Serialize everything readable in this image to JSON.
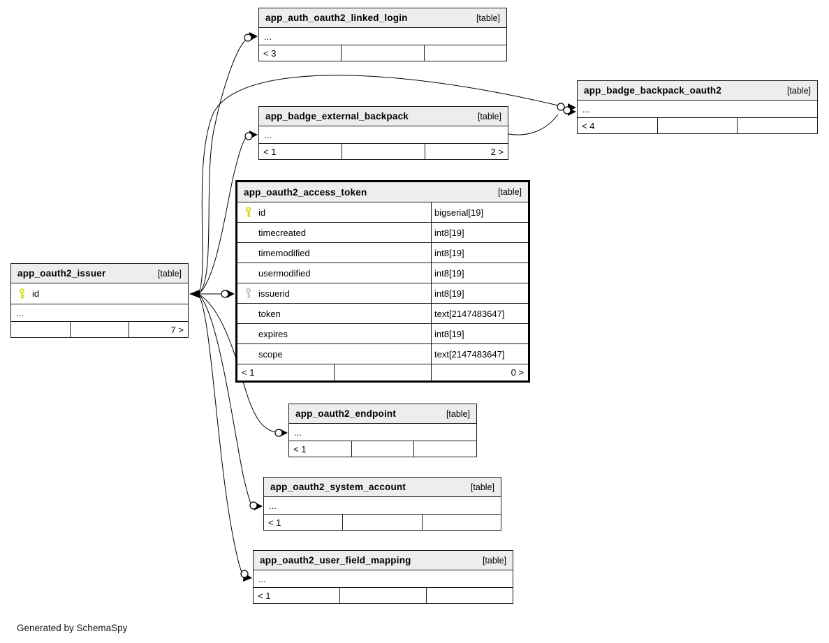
{
  "footer_note": "Generated by SchemaSpy",
  "colors": {
    "table_header_bg": "#ededed",
    "border": "#1a1a1a",
    "primary_key": "#ccd600",
    "foreign_key": "#bbbbbb",
    "background": "#ffffff",
    "line": "#000000"
  },
  "tables": {
    "auth_oauth2_linked_login": {
      "name": "app_auth_oauth2_linked_login",
      "tag": "[table]",
      "ellipsis": "...",
      "footer": [
        "< 3",
        "",
        ""
      ]
    },
    "badge_backpack_oauth2": {
      "name": "app_badge_backpack_oauth2",
      "tag": "[table]",
      "ellipsis": "...",
      "footer": [
        "< 4",
        "",
        ""
      ]
    },
    "badge_external_backpack": {
      "name": "app_badge_external_backpack",
      "tag": "[table]",
      "ellipsis": "...",
      "footer": [
        "< 1",
        "",
        "2 >"
      ]
    },
    "oauth2_access_token": {
      "name": "app_oauth2_access_token",
      "tag": "[table]",
      "columns": [
        {
          "key": "pk",
          "name": "id",
          "type": "bigserial[19]"
        },
        {
          "key": "",
          "name": "timecreated",
          "type": "int8[19]"
        },
        {
          "key": "",
          "name": "timemodified",
          "type": "int8[19]"
        },
        {
          "key": "",
          "name": "usermodified",
          "type": "int8[19]"
        },
        {
          "key": "fk",
          "name": "issuerid",
          "type": "int8[19]"
        },
        {
          "key": "",
          "name": "token",
          "type": "text[2147483647]"
        },
        {
          "key": "",
          "name": "expires",
          "type": "int8[19]"
        },
        {
          "key": "",
          "name": "scope",
          "type": "text[2147483647]"
        }
      ],
      "footer": [
        "< 1",
        "",
        "0 >"
      ]
    },
    "oauth2_issuer": {
      "name": "app_oauth2_issuer",
      "tag": "[table]",
      "columns": [
        {
          "key": "pk",
          "name": "id"
        }
      ],
      "ellipsis": "...",
      "footer": [
        "",
        "",
        "7 >"
      ]
    },
    "oauth2_endpoint": {
      "name": "app_oauth2_endpoint",
      "tag": "[table]",
      "ellipsis": "...",
      "footer": [
        "< 1",
        "",
        ""
      ]
    },
    "oauth2_system_account": {
      "name": "app_oauth2_system_account",
      "tag": "[table]",
      "ellipsis": "...",
      "footer": [
        "< 1",
        "",
        ""
      ]
    },
    "oauth2_user_field_mapping": {
      "name": "app_oauth2_user_field_mapping",
      "tag": "[table]",
      "ellipsis": "...",
      "footer": [
        "< 1",
        "",
        ""
      ]
    }
  },
  "relationships": [
    {
      "from": "app_oauth2_issuer",
      "to": "app_auth_oauth2_linked_login"
    },
    {
      "from": "app_oauth2_issuer",
      "to": "app_badge_backpack_oauth2"
    },
    {
      "from": "app_oauth2_issuer",
      "to": "app_badge_external_backpack"
    },
    {
      "from": "app_oauth2_issuer",
      "to": "app_oauth2_access_token"
    },
    {
      "from": "app_oauth2_issuer",
      "to": "app_oauth2_endpoint"
    },
    {
      "from": "app_oauth2_issuer",
      "to": "app_oauth2_system_account"
    },
    {
      "from": "app_oauth2_issuer",
      "to": "app_oauth2_user_field_mapping"
    },
    {
      "from": "app_badge_external_backpack",
      "to": "app_badge_backpack_oauth2"
    }
  ]
}
